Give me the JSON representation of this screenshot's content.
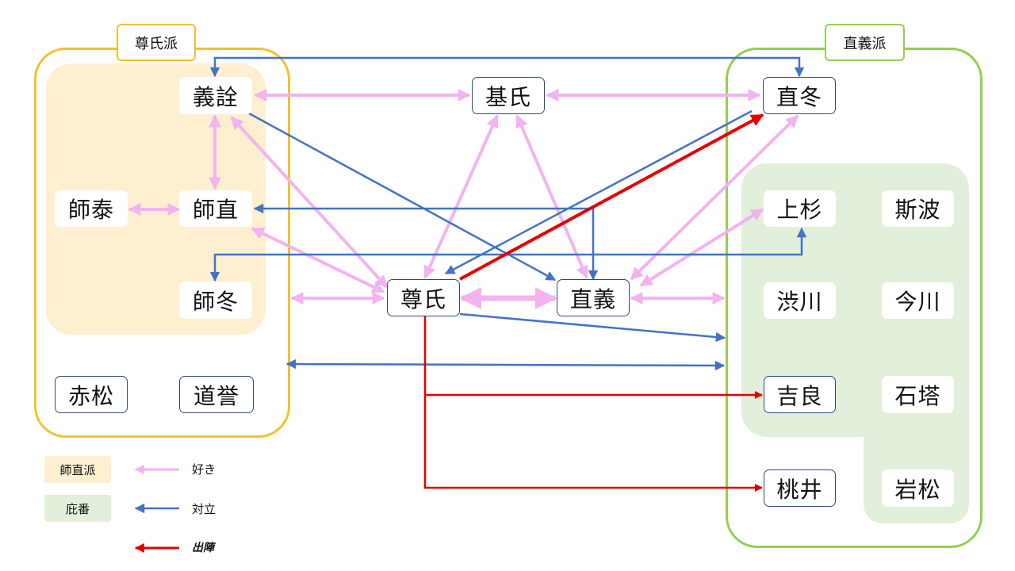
{
  "factions": {
    "takauji_label": "尊氏派",
    "tadayoshi_label": "直義派"
  },
  "nodes": {
    "yoshiakira": "義詮",
    "motouji": "基氏",
    "tadafuyu": "直冬",
    "moroyasu": "師泰",
    "moronao": "師直",
    "morofuyu": "師冬",
    "takauji": "尊氏",
    "tadayoshi": "直義",
    "akamatsu": "赤松",
    "doyo": "道誉",
    "uesugi": "上杉",
    "shiba": "斯波",
    "shibukawa": "渋川",
    "imagawa": "今川",
    "kira": "吉良",
    "ishido": "石塔",
    "momonoi": "桃井",
    "iwamatsu": "岩松"
  },
  "legend": {
    "moronao_faction": "師直派",
    "protection": "庇番",
    "like": "好き",
    "conflict": "対立",
    "expedition": "出陣"
  },
  "colors": {
    "takauji_frame": "#f2c12e",
    "tadayoshi_frame": "#92d050",
    "moronao_fill": "#fdefd0",
    "protection_fill": "#e2efda",
    "like": "#f2b3ef",
    "conflict": "#4472c4",
    "expedition": "#e50000"
  }
}
